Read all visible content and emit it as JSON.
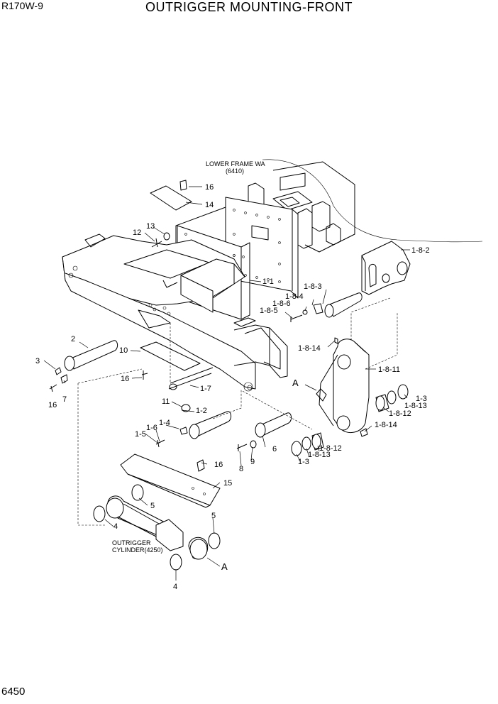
{
  "header": {
    "model": "R170W-9",
    "title": "OUTRIGGER MOUNTING-FRONT"
  },
  "footer": {
    "page_number": "6450"
  },
  "notes": {
    "lower_frame_line1": "LOWER FRAME WA",
    "lower_frame_line2": "(6410)",
    "cylinder_line1": "OUTRIGGER",
    "cylinder_line2": "CYLINDER(4250)"
  },
  "callouts": {
    "c16a": "16",
    "c14": "14",
    "c13": "13",
    "c12": "12",
    "c1_1": "1-1",
    "c1_8_2": "1-8-2",
    "c1_8_3": "1-8-3",
    "c1_8_4": "1-8-4",
    "c1_8_6": "1-8-6",
    "c1_8_5": "1-8-5",
    "c1_8_14a": "1-8-14",
    "c1_8_11": "1-8-11",
    "c2": "2",
    "c3": "3",
    "c10": "10",
    "c16b": "16",
    "c16c": "16",
    "c7": "7",
    "c1_7": "1-7",
    "c11": "11",
    "c1_2": "1-2",
    "c1_4": "1-4",
    "c1_6": "1-6",
    "c1_5": "1-5",
    "cA1": "A",
    "c1_3a": "1-3",
    "c1_8_13a": "1-8-13",
    "c1_8_12a": "1-8-12",
    "c1_8_14b": "1-8-14",
    "c1_8_12b": "1-8-12",
    "c1_8_13b": "1-8-13",
    "c1_3b": "1-3",
    "c6": "6",
    "c8": "8",
    "c9": "9",
    "c16d": "16",
    "c15": "15",
    "c5a": "5",
    "c4a": "4",
    "c5b": "5",
    "c4b": "4",
    "cA2": "A"
  }
}
